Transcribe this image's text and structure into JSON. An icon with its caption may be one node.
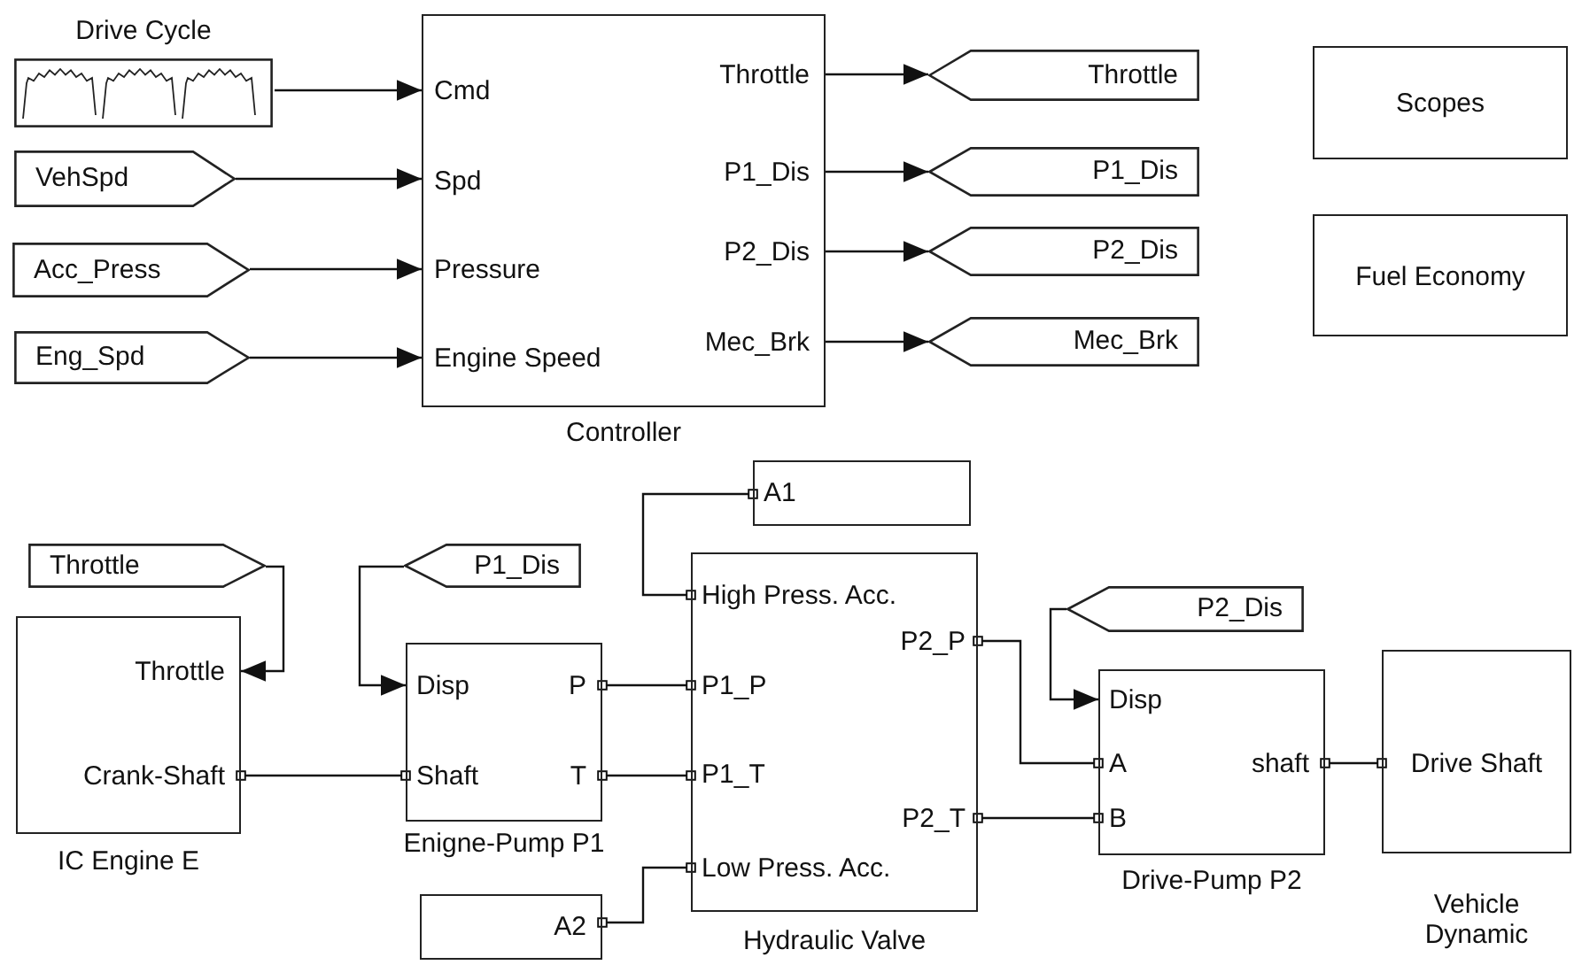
{
  "diagram": {
    "nodes": [
      {
        "text": [
          "Drive Cycle"
        ]
      },
      {
        "text": [
          "VehSpd"
        ]
      },
      {
        "text": [
          "Acc_Press"
        ]
      },
      {
        "text": [
          "Eng_Spd"
        ]
      },
      {
        "text": [
          "Cmd",
          "Spd",
          "Pressure",
          "Engine Speed",
          "Throttle",
          "P1_Dis",
          "P2_Dis",
          "Mec_Brk"
        ],
        "beside": [
          "Controller"
        ]
      },
      {
        "text": [
          "Throttle"
        ]
      },
      {
        "text": [
          "P1_Dis"
        ]
      },
      {
        "text": [
          "P2_Dis"
        ]
      },
      {
        "text": [
          "Mec_Brk"
        ]
      },
      {
        "text": [
          "Scopes"
        ]
      },
      {
        "text": [
          "Fuel Economy"
        ]
      },
      {
        "text": [
          "Throttle"
        ]
      },
      {
        "text": [
          "P1_Dis"
        ]
      },
      {
        "text": [
          "Throttle",
          "Crank-Shaft"
        ],
        "beside": [
          "IC Engine E"
        ]
      },
      {
        "text": [
          "Disp",
          "Shaft",
          "P",
          "T"
        ],
        "beside": [
          "Enigne-Pump P1"
        ]
      },
      {
        "text": [
          "A1"
        ]
      },
      {
        "text": [
          "High Press. Acc.",
          "P1_P",
          "P1_T",
          "Low Press. Acc.",
          "P2_P",
          "P2_T"
        ],
        "beside": [
          "Hydraulic Valve"
        ]
      },
      {
        "text": [
          "A2"
        ]
      },
      {
        "text": [
          "P2_Dis"
        ]
      },
      {
        "text": [
          "Disp",
          "A",
          "B",
          "shaft"
        ],
        "beside": [
          "Drive-Pump P2"
        ]
      },
      {
        "text": [
          "Drive Shaft"
        ],
        "beside": [
          "Vehicle Dynamic"
        ]
      }
    ],
    "edges": [
      {
        "from": 0,
        "to": 4,
        "arrow": "to"
      },
      {
        "from": 1,
        "to": 4,
        "arrow": "to"
      },
      {
        "from": 2,
        "to": 4,
        "arrow": "to"
      },
      {
        "from": 3,
        "to": 4,
        "arrow": "to"
      },
      {
        "from": 4,
        "to": 5,
        "arrow": "to"
      },
      {
        "from": 4,
        "to": 6,
        "arrow": "to"
      },
      {
        "from": 4,
        "to": 7,
        "arrow": "to"
      },
      {
        "from": 4,
        "to": 8,
        "arrow": "to"
      },
      {
        "from": 11,
        "to": 13,
        "arrow": "to"
      },
      {
        "from": 12,
        "to": 14,
        "arrow": "to"
      },
      {
        "from": 13,
        "to": 14,
        "arrow": "other"
      },
      {
        "from": 14,
        "to": 16,
        "arrow": "other"
      },
      {
        "from": 14,
        "to": 16,
        "arrow": "other"
      },
      {
        "from": 15,
        "to": 16,
        "arrow": "other"
      },
      {
        "from": 17,
        "to": 16,
        "arrow": "other"
      },
      {
        "from": 16,
        "to": 19,
        "arrow": "other"
      },
      {
        "from": 16,
        "to": 19,
        "arrow": "other"
      },
      {
        "from": 18,
        "to": 19,
        "arrow": "to"
      },
      {
        "from": 19,
        "to": 20,
        "arrow": "other"
      }
    ]
  }
}
